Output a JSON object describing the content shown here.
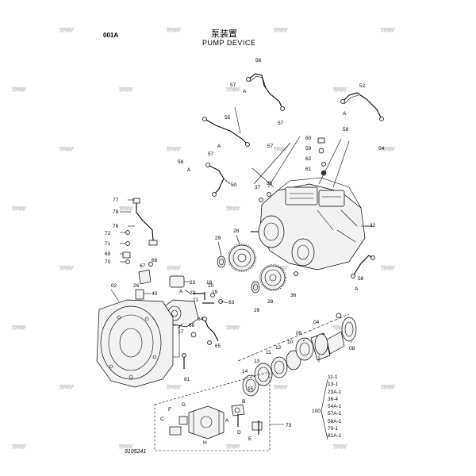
{
  "header": {
    "code": "001A",
    "title_cn": "泵装置",
    "title_en": "PUMP DEVICE"
  },
  "figure_number": "9105241",
  "watermark_text": "TPSV",
  "callouts": [
    "56",
    "57",
    "57",
    "A",
    "52",
    "55",
    "58",
    "A",
    "57",
    "A",
    "54",
    "57",
    "60",
    "59",
    "62",
    "61",
    "58",
    "A",
    "50",
    "37",
    "35",
    "77",
    "78",
    "32",
    "76",
    "72",
    "71",
    "69",
    "70",
    "28",
    "29",
    "68",
    "67",
    "58",
    "A",
    "23",
    "18",
    "A",
    "19",
    "20",
    "22",
    "21",
    "63",
    "40",
    "02",
    "26",
    "17",
    "66",
    "64",
    "65",
    "29",
    "28",
    "36",
    "11",
    "13",
    "12",
    "14",
    "15",
    "10",
    "09",
    "04",
    "08",
    "A",
    "B",
    "C",
    "D",
    "E",
    "F",
    "G",
    "H",
    "73",
    "81",
    "100"
  ],
  "kit_list": [
    "11-1",
    "13-1",
    "23A-1",
    "36-4",
    "54A-1",
    "57A-1",
    "58A-1",
    "70-1",
    "81A-1"
  ],
  "colors": {
    "line": "#000000",
    "watermark": "#d8d8d8",
    "background": "#ffffff"
  }
}
